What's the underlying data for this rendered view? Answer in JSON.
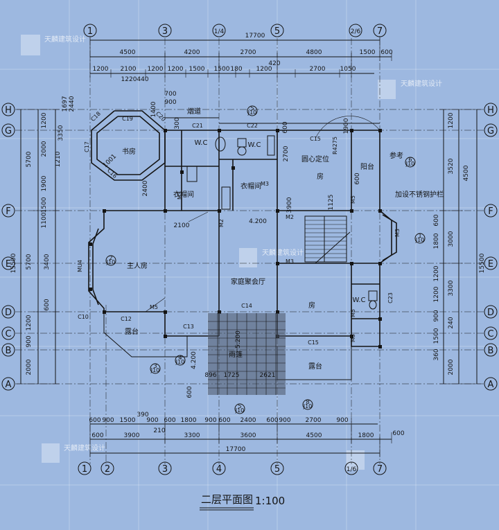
{
  "title": "二层平面图",
  "scale": "1:100",
  "axes_top": [
    "1",
    "3",
    "1/4",
    "5",
    "2/6",
    "7"
  ],
  "axes_bottom": [
    "1",
    "2",
    "3",
    "4",
    "5",
    "1/6",
    "7"
  ],
  "axes_left": [
    "H",
    "G",
    "F",
    "E",
    "D",
    "C",
    "B",
    "A"
  ],
  "axes_right": [
    "H",
    "G",
    "F",
    "E",
    "D",
    "C",
    "B",
    "A"
  ],
  "dims_top": [
    "17700",
    "4500",
    "4200",
    "2700",
    "4800",
    "1500",
    "600",
    "420",
    "1200",
    "2100",
    "1200",
    "1200",
    "1500",
    "1500",
    "180",
    "1200",
    "2700",
    "1050"
  ],
  "dims_bottom": [
    "600",
    "900",
    "1500",
    "390",
    "900",
    "600",
    "1800",
    "900",
    "600",
    "2400",
    "600",
    "900",
    "2700",
    "900",
    "600",
    "3900",
    "210",
    "3300",
    "3600",
    "4500",
    "1800",
    "600",
    "17700"
  ],
  "dims_left": [
    "1200",
    "2000",
    "1900",
    "1100",
    "1500",
    "5700",
    "5700",
    "3400",
    "600",
    "1200",
    "900",
    "2000",
    "15500"
  ],
  "dims_right": [
    "1200",
    "3520",
    "4500",
    "600",
    "1800",
    "3000",
    "1200",
    "1200",
    "3300",
    "900",
    "1500",
    "240",
    "360",
    "2000",
    "15500"
  ],
  "dims_misc": [
    "1697",
    "2440",
    "1220",
    "440",
    "1400",
    "1001",
    "1210",
    "3350",
    "700",
    "900",
    "300",
    "2400",
    "2100",
    "4.200",
    "5.200",
    "4.200",
    "896",
    "1725",
    "2621",
    "2700",
    "3900",
    "1900",
    "1125",
    "600",
    "600",
    "600"
  ],
  "rooms": [
    {
      "label": "书房"
    },
    {
      "label": "W.C"
    },
    {
      "label": "W.C"
    },
    {
      "label": "衣帽间"
    },
    {
      "label": "衣帽间"
    },
    {
      "label": "房"
    },
    {
      "label": "圆心定位"
    },
    {
      "label": "阳台"
    },
    {
      "label": "主人房"
    },
    {
      "label": "家庭聚会厅"
    },
    {
      "label": "房"
    },
    {
      "label": "W.C"
    },
    {
      "label": "露台"
    },
    {
      "label": "雨篷"
    },
    {
      "label": "露台"
    },
    {
      "label": "烟道"
    },
    {
      "label": "参考"
    },
    {
      "label": "加设不锈钢护栏"
    },
    {
      "label": "R4275"
    }
  ],
  "openings": [
    "C19",
    "C18",
    "C20",
    "C21",
    "C22",
    "C17",
    "C16",
    "C15",
    "M3",
    "M5",
    "M2",
    "M2",
    "M3",
    "M5",
    "MU4",
    "M5",
    "C12",
    "C13",
    "C14",
    "C15",
    "M5",
    "C23",
    "M3",
    "M3",
    "C10"
  ],
  "callouts": [
    "5",
    "6",
    "1",
    "2",
    "3",
    "4",
    "5",
    "8",
    "J10"
  ],
  "watermark": "天麟建筑设计"
}
